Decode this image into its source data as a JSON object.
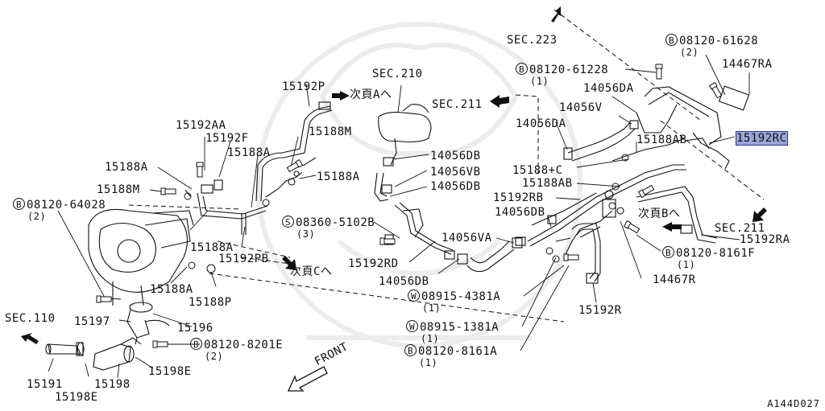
{
  "diagram": {
    "drawing_code": "A144D027",
    "front_label": "FRONT",
    "highlight_color": "#9aa6d8",
    "labels": {
      "sec223": "SEC.223",
      "sec210": "SEC.210",
      "sec211_top": "SEC.211",
      "sec211_right": "SEC.211",
      "sec110": "SEC.110",
      "p15192P": "15192P",
      "next_A": "次頁Aへ",
      "next_B": "次頁Bへ",
      "next_C": "次頁Cへ",
      "p15192AA": "15192AA",
      "p15192F": "15192F",
      "p15188A_1": "15188A",
      "p15188M_1": "15188M",
      "p15188A_2": "15188A",
      "p15188M_2": "15188M",
      "p15188A_3": "15188A",
      "p15188A_4": "15188A",
      "p15192PB": "15192PB",
      "p15188A_5": "15188A",
      "p15188P": "15188P",
      "p15197": "15197",
      "p15196": "15196",
      "p15191": "15191",
      "p15198E_1": "15198E",
      "p15198": "15198",
      "p15198E_2": "15198E",
      "p14056DB_1": "14056DB",
      "p14056VB": "14056VB",
      "p14056DB_2": "14056DB",
      "p15192RD": "15192RD",
      "p14056DB_3": "14056DB",
      "p14056VA": "14056VA",
      "p14056DA_1": "14056DA",
      "p14056V": "14056V",
      "p14056DA_2": "14056DA",
      "p15188AB_1": "15188AB",
      "p15188C": "15188+C",
      "p15188AB_2": "15188AB",
      "p15192RB": "15192RB",
      "p14056DB_4": "14056DB",
      "p15192RC": "15192RC",
      "p14467RA": "14467RA",
      "p15192RA": "15192RA",
      "p14467R": "14467R",
      "p15192R": "15192R"
    },
    "fasteners": {
      "b61628": {
        "mark": "B",
        "part": "08120-61628",
        "qty": "(2)"
      },
      "b61228": {
        "mark": "B",
        "part": "08120-61228",
        "qty": "(1)"
      },
      "b64028": {
        "mark": "B",
        "part": "08120-64028",
        "qty": "(2)"
      },
      "s5102B": {
        "mark": "S",
        "part": "08360-5102B",
        "qty": "(3)"
      },
      "b8161F": {
        "mark": "B",
        "part": "08120-8161F",
        "qty": "(1)"
      },
      "w4381A": {
        "mark": "W",
        "part": "08915-4381A",
        "qty": "(1)"
      },
      "w1381A": {
        "mark": "W",
        "part": "08915-1381A",
        "qty": "(1)"
      },
      "b8161A": {
        "mark": "B",
        "part": "08120-8161A",
        "qty": "(1)"
      },
      "b8201E": {
        "mark": "B",
        "part": "08120-8201E",
        "qty": "(2)"
      }
    }
  }
}
